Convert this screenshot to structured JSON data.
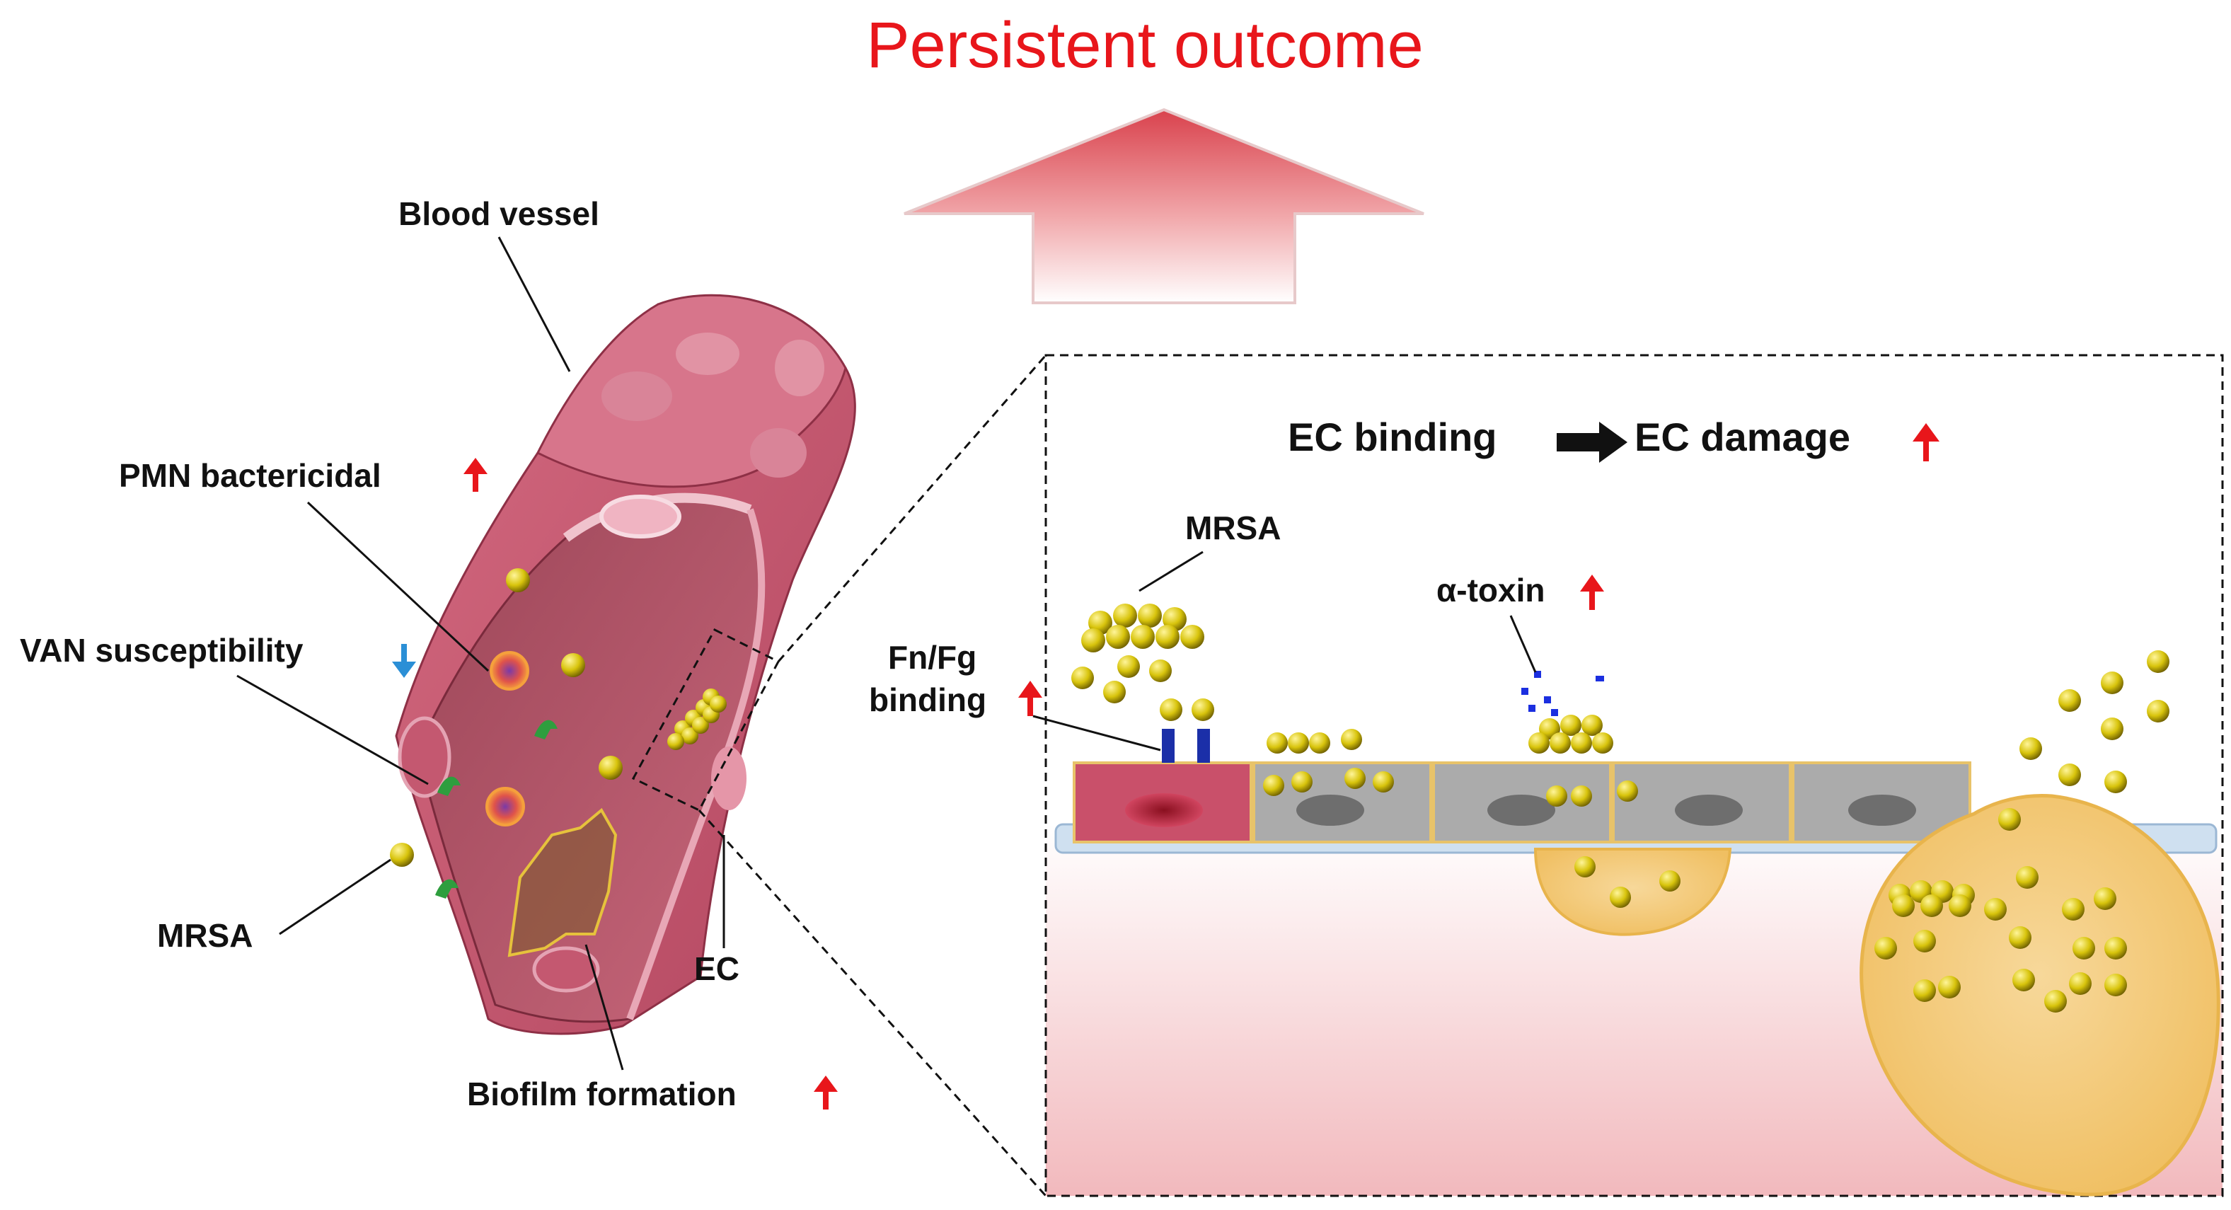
{
  "title": "Persistent outcome",
  "vessel_labels": {
    "blood_vessel": "Blood vessel",
    "pmn": "PMN bactericidal",
    "van": "VAN susceptibility",
    "mrsa": "MRSA",
    "ec": "EC",
    "biofilm": "Biofilm formation"
  },
  "inset_labels": {
    "ec_binding": "EC binding",
    "ec_damage": "EC damage",
    "mrsa": "MRSA",
    "alpha_toxin": "α-toxin",
    "fn_fg_line1": "Fn/Fg",
    "fn_fg_line2": "binding"
  },
  "colors": {
    "title": "#e8161b",
    "up_arrow": "#e8161b",
    "down_arrow": "#2b8fd6",
    "vessel": "#c9566e",
    "bacteria": "#d9c60a",
    "endothelial_cell": "#a9a9a9",
    "damaged_cell": "#c23a5a",
    "abscess": "#f0c060"
  },
  "icons": {
    "increase": "up-arrow-icon",
    "decrease": "down-arrow-icon",
    "leads_to": "right-arrow-icon"
  }
}
